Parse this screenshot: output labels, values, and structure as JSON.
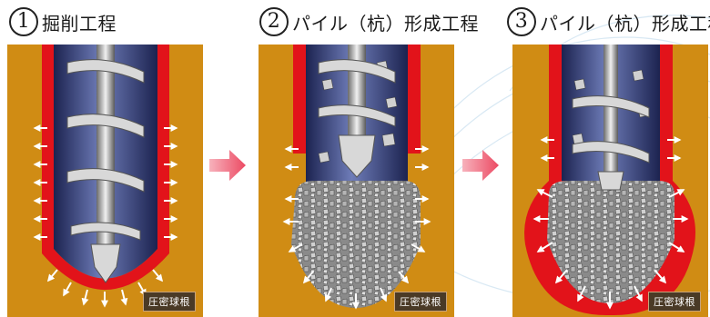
{
  "steps": [
    {
      "number": "1",
      "title": "掘削工程",
      "bulb_label": "圧密球根"
    },
    {
      "number": "2",
      "title": "パイル（杭）形成工程",
      "bulb_label": "圧密球根"
    },
    {
      "number": "3",
      "title": "パイル（杭）形成工程",
      "bulb_label": "圧密球根"
    }
  ],
  "colors": {
    "soil": "#d08c14",
    "casing_red": "#e2131a",
    "bore_dark": "#1c2350",
    "bore_light": "#6e7cb8",
    "arrow_pink": "#f0607a",
    "auger": "#c8c8c8",
    "gravel": "#a8a8a8",
    "badge_bg": "#4a3a26"
  },
  "icons": [
    "flow-arrow-icon",
    "pressure-arrow-icon",
    "auger-drill-icon",
    "gravel-aggregate-icon"
  ]
}
